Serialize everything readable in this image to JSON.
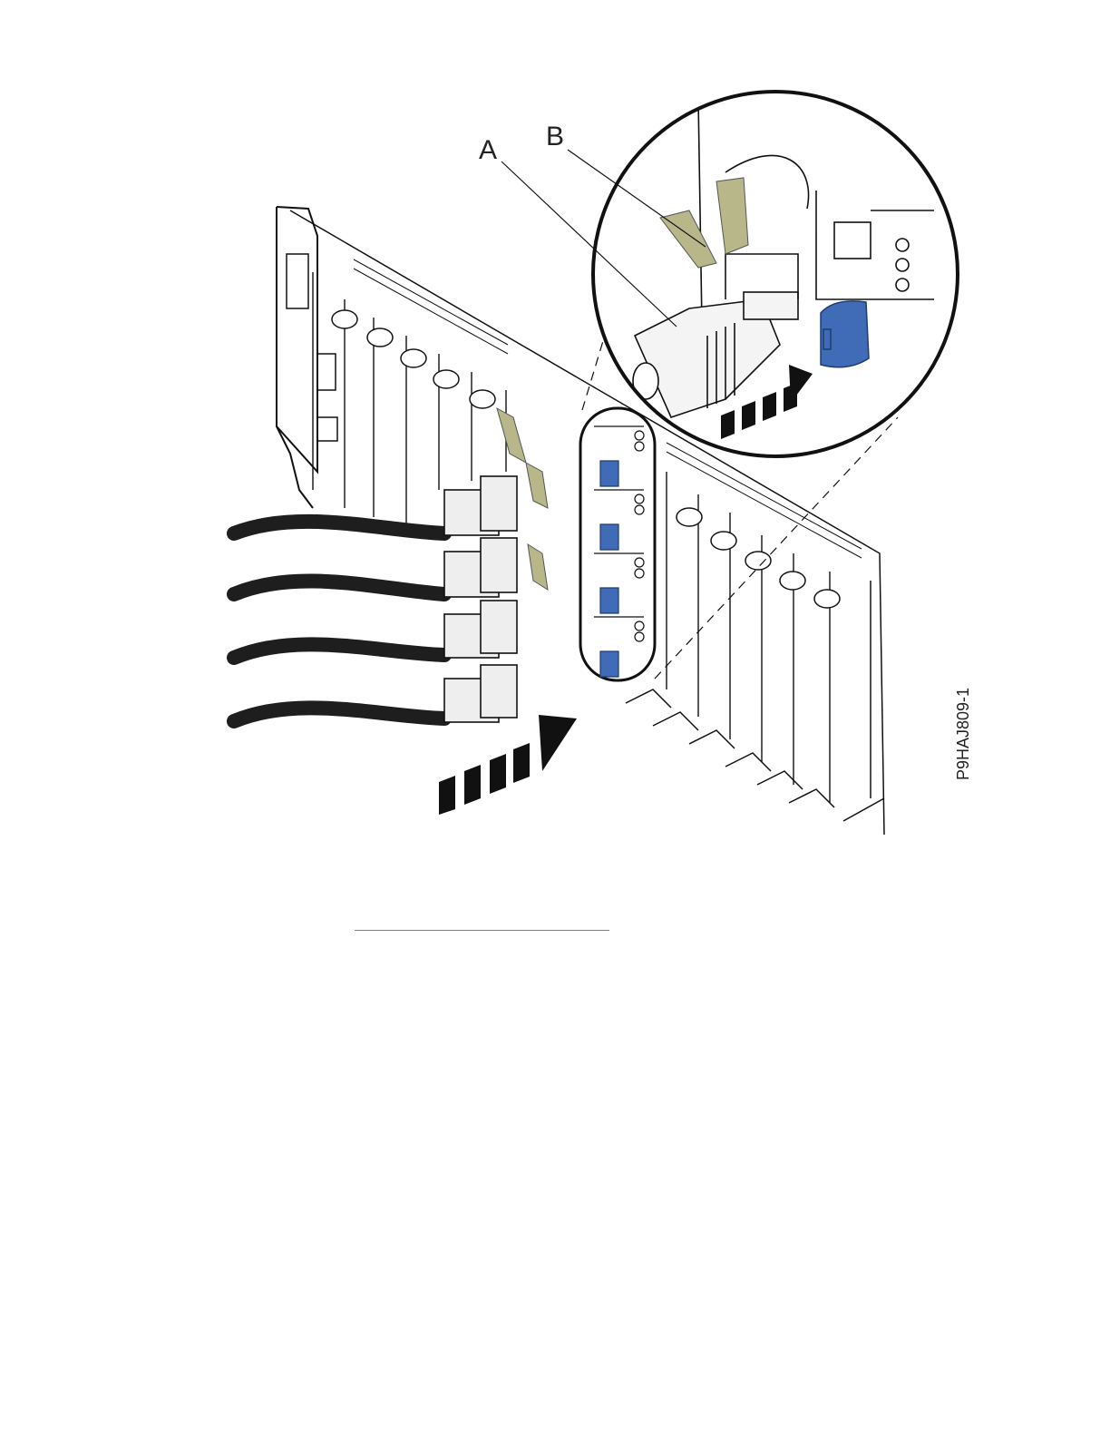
{
  "figure": {
    "callouts": {
      "a": "A",
      "b": "B"
    },
    "figure_id": "P9HAJ809-1",
    "colors": {
      "line": "#111111",
      "latch_blue": "#3f6bb7",
      "cable": "#1e1e1e",
      "velcro": "#b8b78a",
      "link": "#5b7fd6"
    },
    "icons": [
      "power-cord-icon",
      "retention-latch-icon",
      "insert-arrow-icon",
      "magnifier-circle-icon"
    ]
  },
  "link": {
    "text": ""
  }
}
